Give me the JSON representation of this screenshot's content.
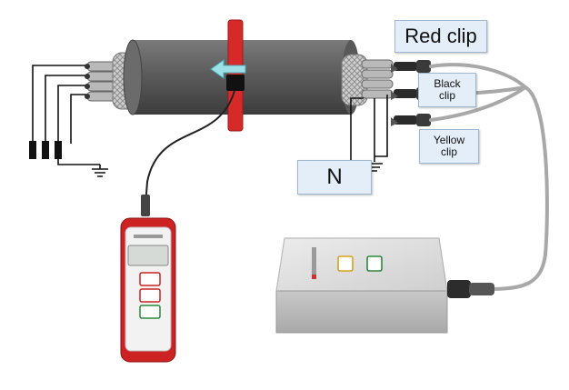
{
  "labels": {
    "red_clip": "Red clip",
    "black_clip": [
      "Black",
      "clip"
    ],
    "yellow_clip": [
      "Yellow",
      "clip"
    ],
    "neutral": "N"
  },
  "colors": {
    "cable_sheath": "#5d5d5d",
    "clamp_red": "#d62a2a",
    "callout_bg": "#e4eef8",
    "meter_red": "#cc2222",
    "box_grey": "#d5d5d5"
  },
  "icons": {
    "arrow": "left-arrow-icon",
    "ground": "ground-icon"
  }
}
